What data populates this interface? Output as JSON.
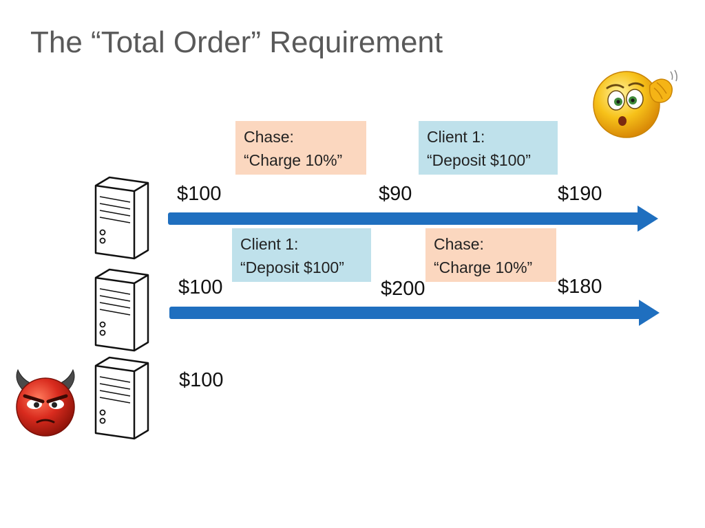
{
  "slide": {
    "title": "The “Total Order” Requirement"
  },
  "colors": {
    "title_text": "#595959",
    "arrow": "#1f6fbf",
    "charge_box": "#fbd7bf",
    "deposit_box": "#bfe1eb",
    "devil_face": "#d92b1e",
    "confused_face": "#f7c21a"
  },
  "icons": {
    "confused": "confused-emoji-icon",
    "devil": "devil-emoji-icon",
    "server": "server-icon"
  },
  "servers": [
    {
      "initial_balance": "$100",
      "operations": [
        {
          "line1": "Chase:",
          "line2": "“Charge 10%”"
        },
        {
          "line1": "Client 1:",
          "line2": "“Deposit $100”"
        }
      ],
      "balances_after": [
        "$90",
        "$190"
      ]
    },
    {
      "initial_balance": "$100",
      "operations": [
        {
          "line1": "Client 1:",
          "line2": "“Deposit $100”"
        },
        {
          "line1": "Chase:",
          "line2": "“Charge 10%”"
        }
      ],
      "balances_after": [
        "$200",
        "$180"
      ]
    },
    {
      "initial_balance": "$100",
      "operations": [],
      "balances_after": []
    }
  ]
}
